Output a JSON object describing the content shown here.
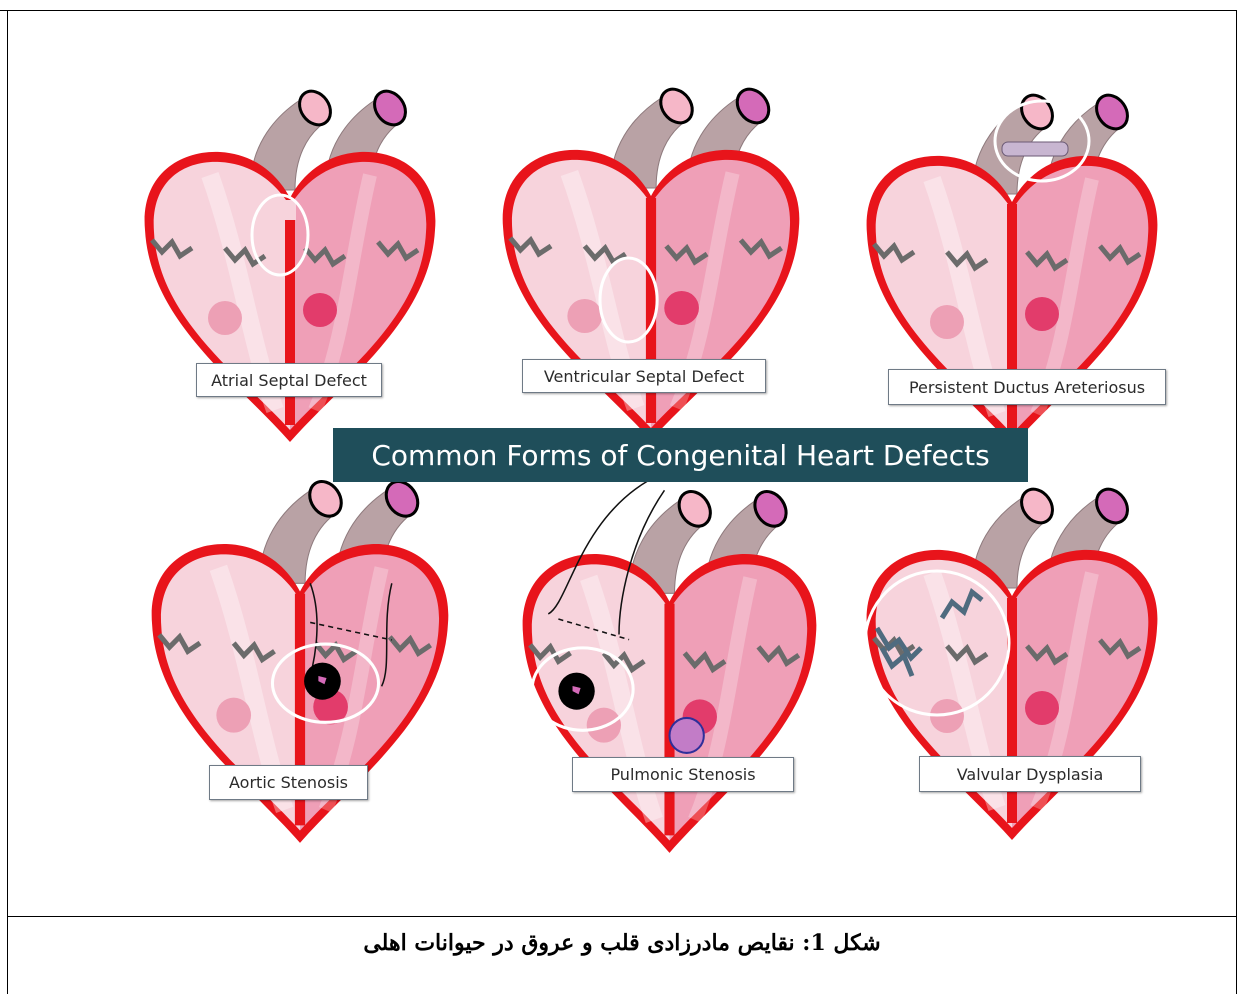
{
  "title": "Common Forms of Congenital Heart Defects",
  "defects": [
    {
      "id": "asd",
      "label": "Atrial Septal Defect"
    },
    {
      "id": "vsd",
      "label": "Ventricular  Septal Defect"
    },
    {
      "id": "pda",
      "label": "Persistent Ductus Areteriosus"
    },
    {
      "id": "as",
      "label": "Aortic Stenosis"
    },
    {
      "id": "ps",
      "label": "Pulmonic Stenosis"
    },
    {
      "id": "vd",
      "label": "Valvular Dysplasia"
    }
  ],
  "caption": "شکل 1: نقایص مادرزادی قلب و عروق در حیوانات اهلی",
  "colors": {
    "heart_outline": "#e8141b",
    "left_chamber": "#f7d3dc",
    "right_chamber": "#ef9fb7",
    "vessel": "#b9a2a5",
    "vessel_open_left": "#f6b7c8",
    "vessel_open_right": "#d46ab8",
    "valve_light": "#eda0b5",
    "valve_dark": "#e23c6b",
    "banner": "#1f4e5a"
  }
}
